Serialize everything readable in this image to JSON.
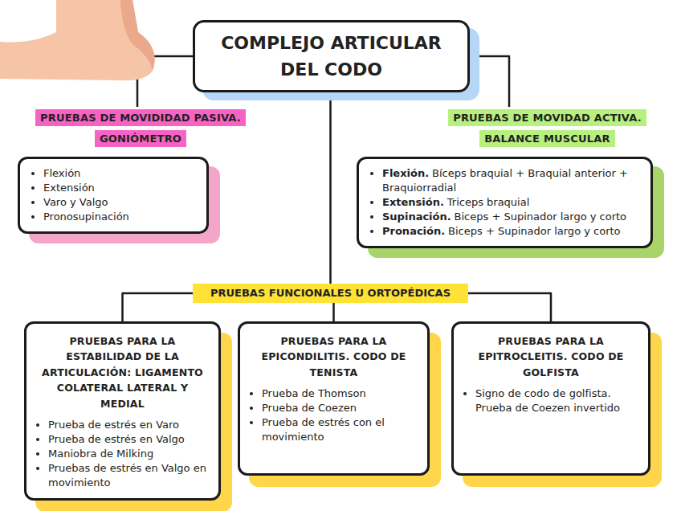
{
  "diagram": {
    "nodes": [
      {
        "text": [
          "COMPLEJO ARTICULAR DEL CODO"
        ]
      },
      {
        "text": [
          "PRUEBAS DE MOVIDIDAD PASIVA. GONIÓMETRO",
          "Flexión",
          "Extensión",
          "Varo y Valgo",
          "Pronosupinación"
        ]
      },
      {
        "text": [
          "PRUEBAS DE MOVIDAD ACTIVA. BALANCE MUSCULAR",
          "Flexión.",
          "Bíceps braquial + Braquial anterior + Braquiorradial",
          "Extensión.",
          "Triceps braquial",
          "Supinación.",
          "Biceps + Supinador largo y corto",
          "Pronación.",
          "Biceps + Supinador largo y corto"
        ]
      },
      {
        "text": [
          "PRUEBAS FUNCIONALES U ORTOPÉDICAS"
        ]
      },
      {
        "text": [
          "PRUEBAS PARA LA ESTABILIDAD DE LA ARTICULACIÓN: LIGAMENTO COLATERAL LATERAL Y MEDIAL",
          "Prueba de estrés en Varo",
          "Prueba de estrés en Valgo",
          "Maniobra de Milking",
          "Pruebas de estrés en Valgo en movimiento"
        ]
      },
      {
        "text": [
          "PRUEBAS PARA LA EPICONDILITIS. CODO DE TENISTA",
          "Prueba de Thomson",
          "Prueba de Coezen",
          "Prueba de estrés con el movimiento"
        ]
      },
      {
        "text": [
          "PRUEBAS PARA LA EPITROCLEITIS. CODO DE GOLFISTA",
          "Signo de codo de golfista. Prueba de Coezen invertido"
        ]
      }
    ],
    "edges": [
      {
        "from": 0,
        "to": 1,
        "arrow": "none"
      },
      {
        "from": 0,
        "to": 2,
        "arrow": "none"
      },
      {
        "from": 0,
        "to": 3,
        "arrow": "none"
      },
      {
        "from": 3,
        "to": 4,
        "arrow": "none"
      },
      {
        "from": 3,
        "to": 5,
        "arrow": "none"
      },
      {
        "from": 3,
        "to": 6,
        "arrow": "none"
      }
    ]
  }
}
